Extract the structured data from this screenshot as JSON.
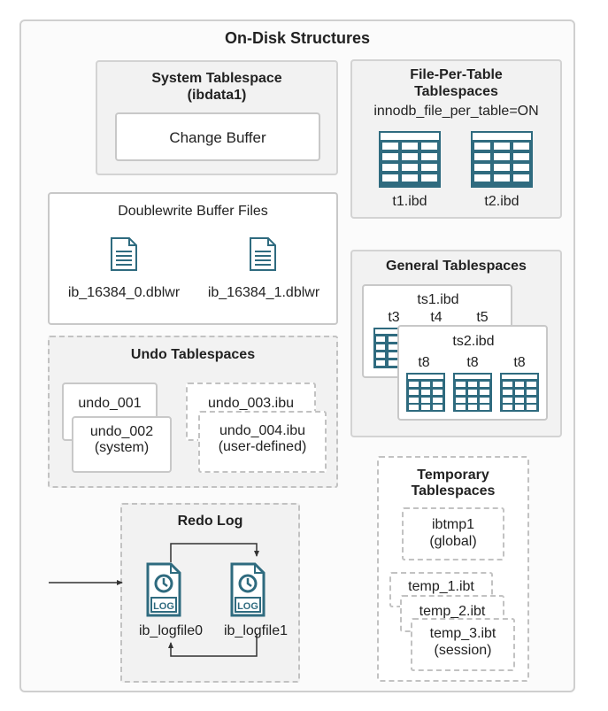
{
  "title": "On-Disk Structures",
  "system": {
    "title_line1": "System Tablespace",
    "title_line2": "(ibdata1)",
    "change_buffer": "Change Buffer"
  },
  "fpt": {
    "title_line1": "File-Per-Table",
    "title_line2": "Tablespaces",
    "setting": "innodb_file_per_table=ON",
    "file1": "t1.ibd",
    "file2": "t2.ibd"
  },
  "doublewrite": {
    "title": "Doublewrite Buffer Files",
    "file1": "ib_16384_0.dblwr",
    "file2": "ib_16384_1.dblwr"
  },
  "general": {
    "title": "General Tablespaces",
    "ts1": "ts1.ibd",
    "ts1_tables": [
      "t3",
      "t4",
      "t5"
    ],
    "ts2": "ts2.ibd",
    "ts2_tables": [
      "t8",
      "t8",
      "t8"
    ]
  },
  "undo": {
    "title": "Undo Tablespaces",
    "u1": "undo_001",
    "u2_line1": "undo_002",
    "u2_line2": "(system)",
    "u3": "undo_003.ibu",
    "u4_line1": "undo_004.ibu",
    "u4_line2": "(user-defined)"
  },
  "redo": {
    "title": "Redo Log",
    "file1": "ib_logfile0",
    "file2": "ib_logfile1",
    "log_label": "LOG"
  },
  "temp": {
    "title_line1": "Temporary",
    "title_line2": "Tablespaces",
    "global_line1": "ibtmp1",
    "global_line2": "(global)",
    "s1": "temp_1.ibt",
    "s2": "temp_2.ibt",
    "s3_line1": "temp_3.ibt",
    "s3_line2": "(session)"
  },
  "colors": {
    "icon": "#2f6b7f",
    "icon_fill": "#ffffff",
    "panel": "#f2f2f2",
    "border": "#cfcfcf"
  }
}
